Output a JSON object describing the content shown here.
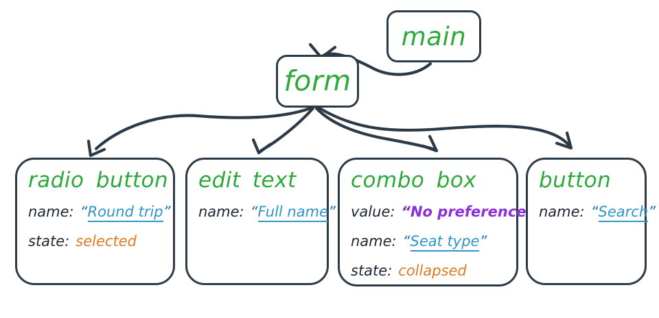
{
  "colors": {
    "stroke": "#2c3a47",
    "green": "#2da93c",
    "dark_text": "#1b2630",
    "blue_value": "#2e95c9",
    "blue_quote": "#1e6fa6",
    "orange_state": "#dd7a1e",
    "purple_value": "#8c2fd9"
  },
  "punct": {
    "open_quote": "“",
    "close_quote": "”"
  },
  "nodes": {
    "main": {
      "title": "main"
    },
    "form": {
      "title": "form"
    },
    "radio_button": {
      "title": "radio button",
      "props": [
        {
          "label": "name:",
          "value": "Round trip",
          "kind": "quoted-blue"
        },
        {
          "label": "state:",
          "value": "selected",
          "kind": "state-orange"
        }
      ]
    },
    "edit_text": {
      "title": "edit text",
      "props": [
        {
          "label": "name:",
          "value": "Full name",
          "kind": "quoted-blue"
        }
      ]
    },
    "combo_box": {
      "title": "combo box",
      "props": [
        {
          "label": "value:",
          "value": "No preference",
          "kind": "quoted-purple-bold"
        },
        {
          "label": "name:",
          "value": "Seat type",
          "kind": "quoted-blue"
        },
        {
          "label": "state:",
          "value": "collapsed",
          "kind": "state-orange"
        }
      ]
    },
    "button": {
      "title": "button",
      "props": [
        {
          "label": "name:",
          "value": "Search",
          "kind": "quoted-blue"
        }
      ]
    }
  },
  "edges": [
    {
      "from": "main",
      "to": "form"
    },
    {
      "from": "form",
      "to": "radio_button"
    },
    {
      "from": "form",
      "to": "edit_text"
    },
    {
      "from": "form",
      "to": "combo_box"
    },
    {
      "from": "form",
      "to": "button"
    }
  ]
}
